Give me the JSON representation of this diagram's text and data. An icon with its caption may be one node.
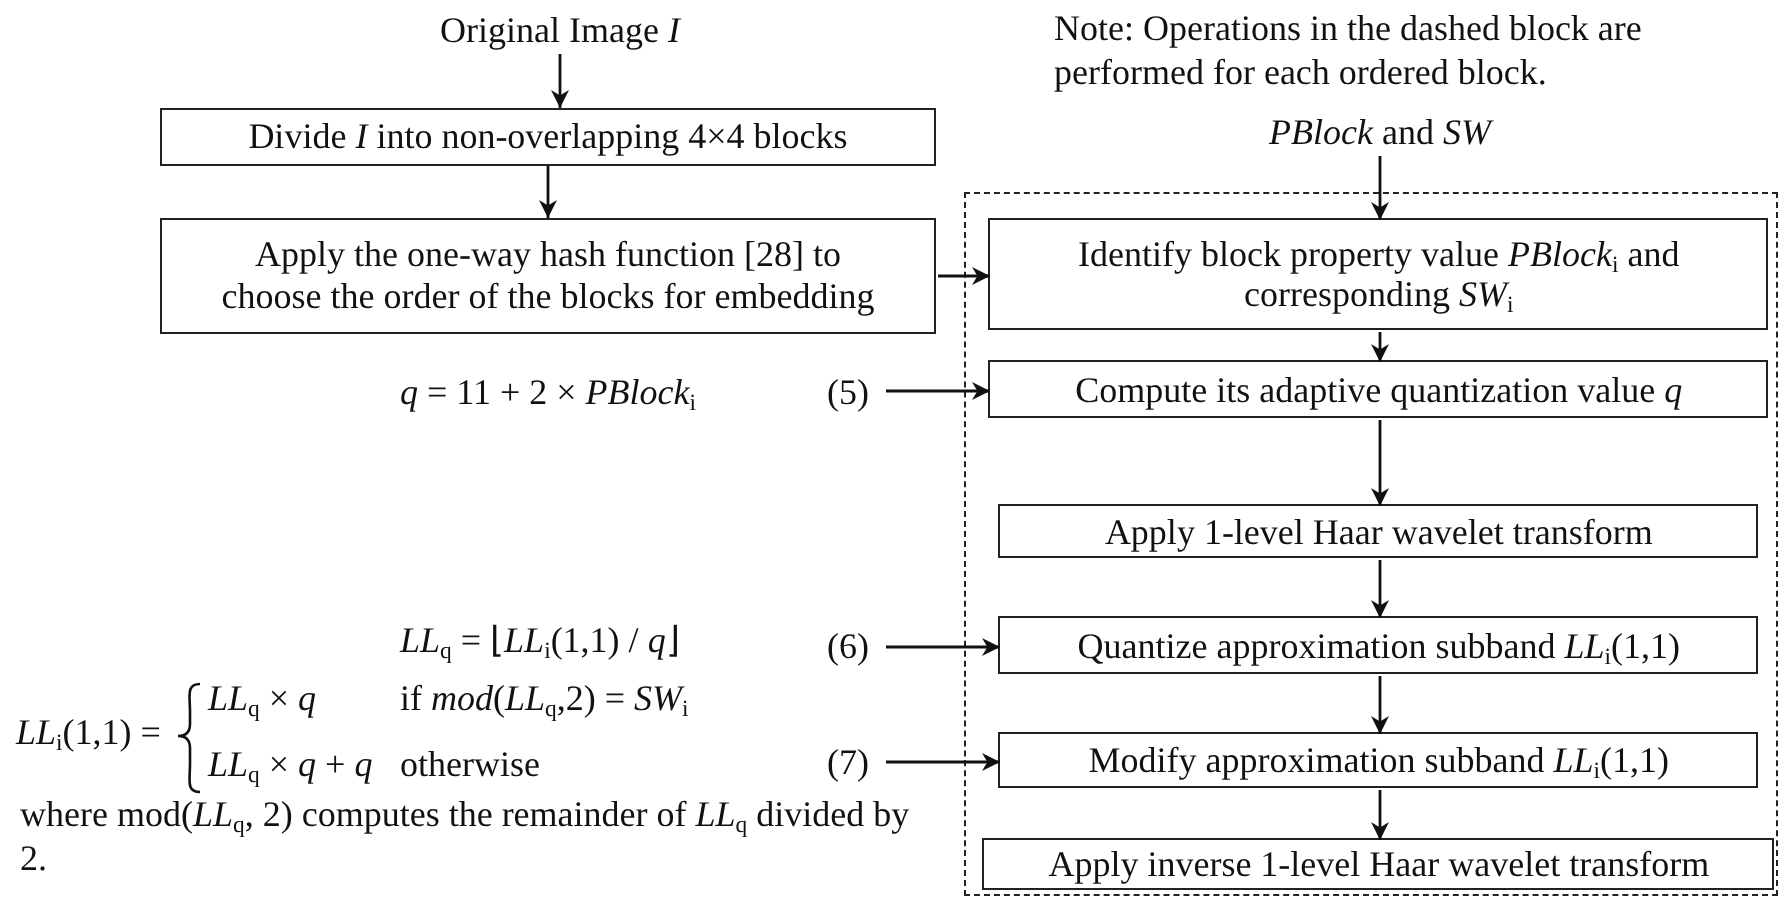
{
  "diagram": {
    "nodes": [
      {
        "text": [
          "Original Image *I*"
        ]
      },
      {
        "text": [
          "Divide *I* into non-overlapping 4×4 blocks"
        ]
      },
      {
        "text": [
          "Apply the one-way hash function [28] to choose the order of the blocks for embedding"
        ]
      },
      {
        "text": [],
        "shape": "box"
      },
      {
        "text": [
          "*PBlock* and *SW*"
        ]
      },
      {
        "text": [
          "Identify block property value *PBlock*$_{i}$ and corresponding *SW*$_{i}$"
        ],
        "in": 3
      },
      {
        "text": [
          "Compute its adaptive quantization value *q*"
        ],
        "in": 3
      },
      {
        "text": [
          "Apply 1-level Haar wavelet transform"
        ],
        "in": 3
      },
      {
        "text": [
          "Quantize approximation subband *LL*$_{i}$(1,1)"
        ],
        "in": 3
      },
      {
        "text": [
          "Modify approximation subband *LL*$_{i}$(1,1)"
        ],
        "in": 3
      },
      {
        "text": [
          "Apply inverse 1-level Haar wavelet transform"
        ],
        "in": 3
      },
      {
        "text": [
          "(5)"
        ]
      },
      {
        "text": [
          "(6)"
        ]
      },
      {
        "text": [
          "(7)"
        ]
      }
    ],
    "edges": [
      {
        "from": 0,
        "to": 1,
        "arrow": "to"
      },
      {
        "from": 1,
        "to": 2,
        "arrow": "to"
      },
      {
        "from": 2,
        "to": 5,
        "arrow": "to"
      },
      {
        "from": 4,
        "to": 5,
        "arrow": "to"
      },
      {
        "from": 5,
        "to": 6,
        "arrow": "to"
      },
      {
        "from": 6,
        "to": 7,
        "arrow": "to"
      },
      {
        "from": 7,
        "to": 8,
        "arrow": "to"
      },
      {
        "from": 8,
        "to": 9,
        "arrow": "to"
      },
      {
        "from": 9,
        "to": 10,
        "arrow": "to"
      },
      {
        "from": 11,
        "to": 6,
        "arrow": "to"
      },
      {
        "from": 12,
        "to": 8,
        "arrow": "to"
      },
      {
        "from": 13,
        "to": 9,
        "arrow": "to"
      }
    ],
    "labels": [
      "Note: Operations in the dashed block are performed for each ordered block.",
      "*q* = 11 + 2 × *PBlock*$_{i}$",
      "*LL*$_{q}$ = ⌊*LL*$_{i}$(1,1) / *q*⌋",
      "*LL*$_{i}$(1,1) =",
      "*LL*$_{q}$ × *q*",
      "if *mod*(*LL*$_{q}$,2) = *SW*$_{i}$",
      "*LL*$_{q}$ × *q* + *q*",
      "otherwise",
      "where mod(*LL*$_{q}$, 2) computes the remainder of *LL*$_{q}$ divided by 2."
    ]
  }
}
